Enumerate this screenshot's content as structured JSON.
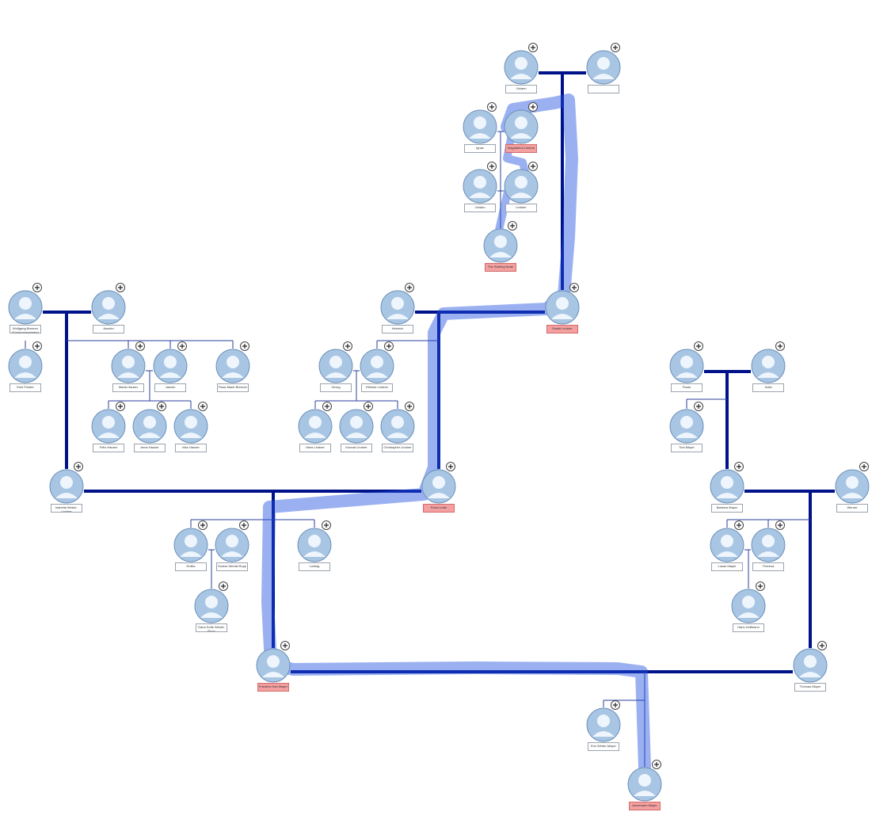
{
  "colors": {
    "connector": "#00128a",
    "branch": "#2a3f9e",
    "path_highlight": "#1f4fe0",
    "node_highlight": "#f4a0a0",
    "avatar_bg": "#a8c6e4",
    "avatar_fg": "#eef5fc"
  },
  "people": {
    "p01": {
      "name": "Johann",
      "highlight": false
    },
    "p02": {
      "name": "",
      "highlight": false
    },
    "p03": {
      "name": "Ignaz",
      "highlight": false
    },
    "p04": {
      "name": "Magdalena Lindner",
      "highlight": true
    },
    "p05": {
      "name": "Johann",
      "highlight": false
    },
    "p06": {
      "name": "Lindner",
      "highlight": false
    },
    "p07": {
      "name": "The Starting Node",
      "highlight": true
    },
    "p08": {
      "name": "Heinrich",
      "highlight": false
    },
    "p09": {
      "name": "Ewald Lindner",
      "highlight": true
    },
    "p10": {
      "name": "Wolfgang Brenner (Kindergartenleiter)",
      "highlight": false
    },
    "p11": {
      "name": "Anselm",
      "highlight": false
    },
    "p12": {
      "name": "Emil Förster",
      "highlight": false
    },
    "p13": {
      "name": "Marta Hauser",
      "highlight": false
    },
    "p14": {
      "name": "Jasmin",
      "highlight": false
    },
    "p15": {
      "name": "Rose-Marie Brenner",
      "highlight": false
    },
    "p16": {
      "name": "Felix Hauser",
      "highlight": false
    },
    "p17": {
      "name": "Anna Hauser",
      "highlight": false
    },
    "p18": {
      "name": "Max Hauser",
      "highlight": false
    },
    "p19": {
      "name": "Georg",
      "highlight": false
    },
    "p20": {
      "name": "Elfriede Lindner",
      "highlight": false
    },
    "p21": {
      "name": "Hans Lindner",
      "highlight": false
    },
    "p22": {
      "name": "Konrad Lindner",
      "highlight": false
    },
    "p23": {
      "name": "Christopher Lindner",
      "highlight": false
    },
    "p24": {
      "name": "Paula",
      "highlight": false
    },
    "p25": {
      "name": "Sofia",
      "highlight": false
    },
    "p26": {
      "name": "Toni Mayer",
      "highlight": false
    },
    "p27": {
      "name": "Isabella Weber-Lindner",
      "highlight": false
    },
    "p28": {
      "name": "Rosa Linde",
      "highlight": true
    },
    "p29": {
      "name": "Barbara Mayer",
      "highlight": false
    },
    "p30": {
      "name": "Werner",
      "highlight": false
    },
    "p31": {
      "name": "Emilia",
      "highlight": false
    },
    "p32": {
      "name": "Gustav Wendt-Rupp",
      "highlight": false
    },
    "p33": {
      "name": "Ludwig",
      "highlight": false
    },
    "p34": {
      "name": "Lukas Mayer",
      "highlight": false
    },
    "p35": {
      "name": "Theresa",
      "highlight": false
    },
    "p36": {
      "name": "Dana Sofie Wendt-Rupp",
      "highlight": false
    },
    "p37": {
      "name": "Hans Hoffmann",
      "highlight": false
    },
    "p38": {
      "name": "Friedrich Karl Mayer",
      "highlight": true
    },
    "p39": {
      "name": "Thomas Mayer",
      "highlight": false
    },
    "p40": {
      "name": "Eric Winter-Mayer",
      "highlight": false
    },
    "p41": {
      "name": "Annemarie Mayer",
      "highlight": true
    }
  }
}
